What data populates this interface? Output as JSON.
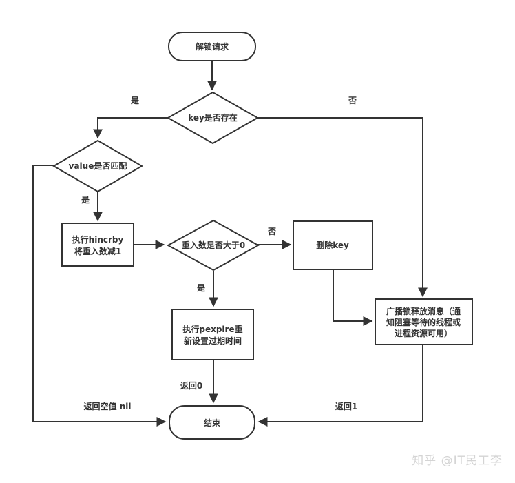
{
  "diagram": {
    "type": "flowchart",
    "title": "Redis 可重入锁解锁流程",
    "colors": {
      "stroke": "#333333",
      "text": "#333333",
      "background": "#ffffff",
      "watermark": "#d4d4d4"
    },
    "nodes": {
      "start": {
        "shape": "terminator",
        "lines": [
          "解锁请求"
        ]
      },
      "key_exists": {
        "shape": "decision",
        "lines": [
          "key是否存在"
        ]
      },
      "value_match": {
        "shape": "decision",
        "lines": [
          "value是否匹配"
        ]
      },
      "hincrby": {
        "shape": "process",
        "lines": [
          "执行hincrby",
          "将重入数减1"
        ]
      },
      "reentry_gt0": {
        "shape": "decision",
        "lines": [
          "重入数是否大于0"
        ]
      },
      "delete_key": {
        "shape": "process",
        "lines": [
          "删除key"
        ]
      },
      "pexpire": {
        "shape": "process",
        "lines": [
          "执行pexpire重",
          "新设置过期时间"
        ]
      },
      "broadcast": {
        "shape": "process",
        "lines": [
          "广播锁释放消息（通",
          "知阻塞等待的线程或",
          "进程资源可用）"
        ]
      },
      "end": {
        "shape": "terminator",
        "lines": [
          "结束"
        ]
      }
    },
    "edges": [
      {
        "from": "start",
        "to": "key_exists",
        "label": ""
      },
      {
        "from": "key_exists",
        "to": "value_match",
        "label": "是"
      },
      {
        "from": "key_exists",
        "to": "broadcast",
        "label": "否"
      },
      {
        "from": "value_match",
        "to": "hincrby",
        "label": "是"
      },
      {
        "from": "value_match",
        "to": "end",
        "label": "返回空值 nil"
      },
      {
        "from": "hincrby",
        "to": "reentry_gt0",
        "label": ""
      },
      {
        "from": "reentry_gt0",
        "to": "delete_key",
        "label": "否"
      },
      {
        "from": "reentry_gt0",
        "to": "pexpire",
        "label": "是"
      },
      {
        "from": "delete_key",
        "to": "broadcast",
        "label": ""
      },
      {
        "from": "pexpire",
        "to": "end",
        "label": "返回0"
      },
      {
        "from": "broadcast",
        "to": "end",
        "label": "返回1"
      }
    ]
  },
  "watermark": "知乎 @IT民工李"
}
